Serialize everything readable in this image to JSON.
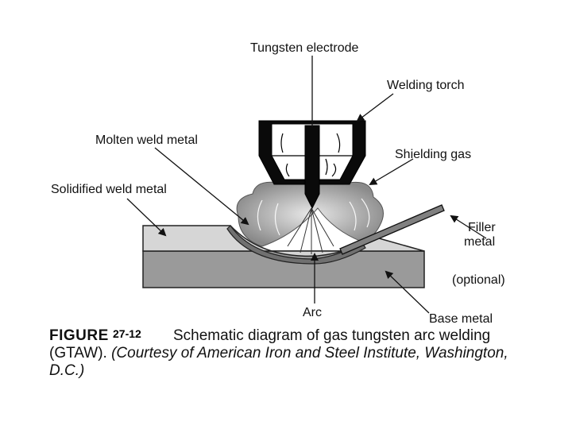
{
  "labels": {
    "tungsten_electrode": "Tungsten electrode",
    "welding_torch": "Welding torch",
    "molten_weld_metal": "Molten weld metal",
    "shielding_gas": "Shielding gas",
    "solidified_weld_metal": "Solidified weld metal",
    "filler_metal_1": "Filler",
    "filler_metal_2": "metal",
    "filler_metal_3": "(optional)",
    "arc": "Arc",
    "base_metal": "Base metal"
  },
  "caption": {
    "figure_word": "FIGURE",
    "figure_number": "27-12",
    "title": "Schematic diagram of gas tungsten arc welding",
    "line2_plain": "(GTAW). ",
    "line2_italic": "(Courtesy of American Iron and Steel Institute, Washington,",
    "line3_italic": "D.C.)"
  },
  "colors": {
    "ink": "#111111",
    "upper_plate": "#d6d6d6",
    "base_plate": "#9a9a9a",
    "gas": "#a8a8a8",
    "torch_black": "#0a0a0a",
    "bead": "#707070"
  }
}
